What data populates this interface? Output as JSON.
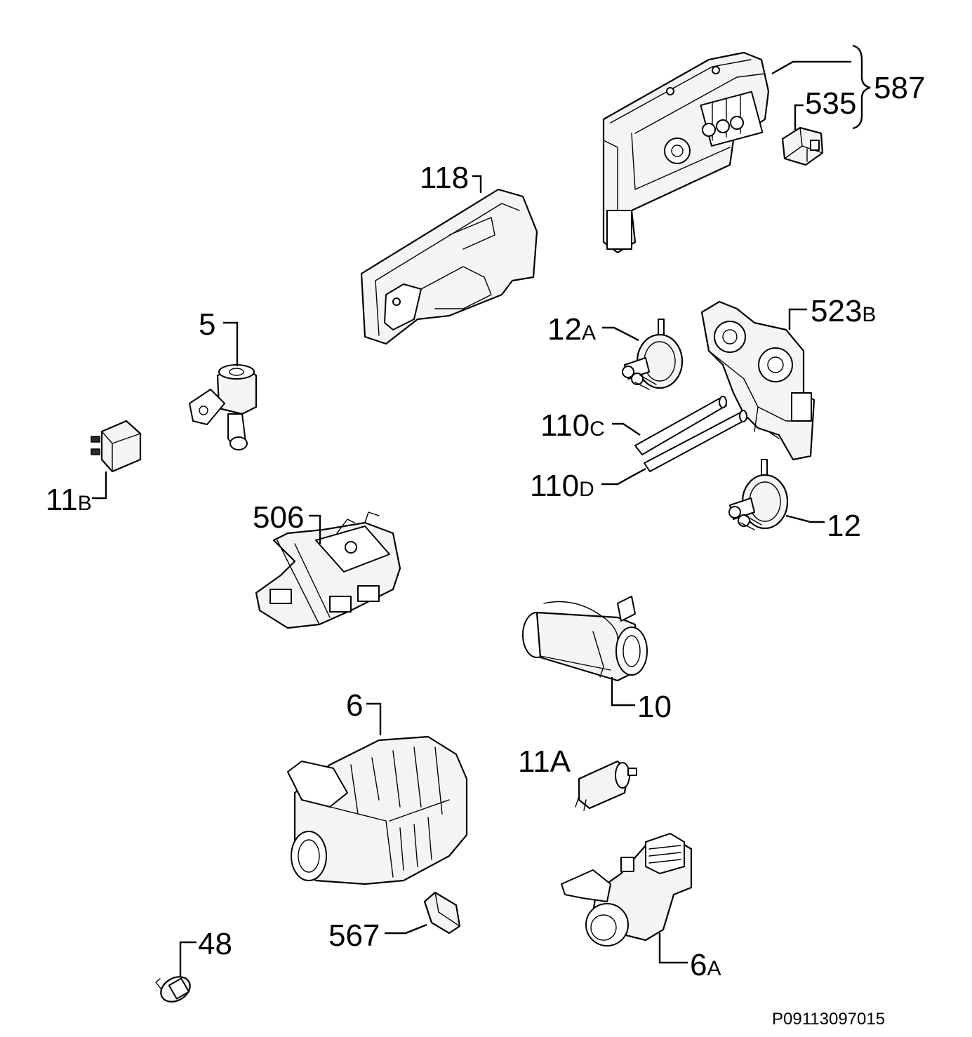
{
  "labels": {
    "p587": "587",
    "p535": "535",
    "p118": "118",
    "p5": "5",
    "p12a_num": "12",
    "p12a_suf": "A",
    "p523b_num": "523",
    "p523b_suf": "B",
    "p11b_num": "11",
    "p11b_suf": "B",
    "p110c_num": "110",
    "p110c_suf": "C",
    "p110d_num": "110",
    "p110d_suf": "D",
    "p506": "506",
    "p12": "12",
    "p10": "10",
    "p6": "6",
    "p11a": "11A",
    "p567": "567",
    "p6a_num": "6",
    "p6a_suf": "A",
    "p48": "48"
  },
  "drawing_code": "P09113097015"
}
